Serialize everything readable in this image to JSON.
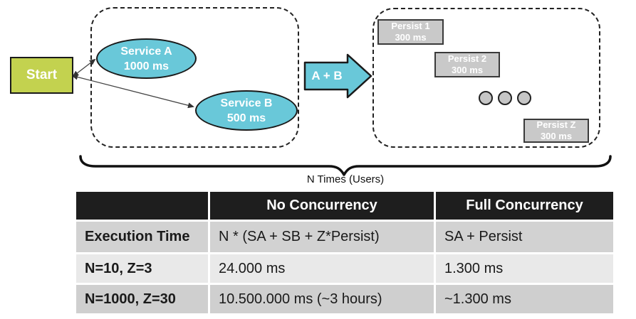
{
  "diagram": {
    "start_label": "Start",
    "service_a": {
      "name": "Service A",
      "time": "1000 ms"
    },
    "service_b": {
      "name": "Service B",
      "time": "500 ms"
    },
    "flow_arrow_label": "A + B",
    "persist_1": {
      "name": "Persist 1",
      "time": "300 ms"
    },
    "persist_2": {
      "name": "Persist 2",
      "time": "300 ms"
    },
    "persist_z": {
      "name": "Persist Z",
      "time": "300 ms"
    },
    "brace_label": "N Times (Users)",
    "colors": {
      "service_cyan": "#69c8d9",
      "start_green": "#c3d24f",
      "persist_gray": "#c9c9c9",
      "outline_black": "#1a1a1a"
    }
  },
  "table": {
    "headers": [
      "",
      "No Concurrency",
      "Full Concurrency"
    ],
    "rows": [
      {
        "label": "Execution Time",
        "no_concurrency": "N * (SA + SB + Z*Persist)",
        "full_concurrency": "SA + Persist"
      },
      {
        "label": "N=10, Z=3",
        "no_concurrency": "24.000 ms",
        "full_concurrency": "1.300 ms"
      },
      {
        "label": "N=1000, Z=30",
        "no_concurrency": "10.500.000 ms (~3 hours)",
        "full_concurrency": "~1.300 ms"
      }
    ],
    "colors": {
      "header_bg": "#1e1e1e",
      "row_dark": "#d2d2d2",
      "row_light": "#e9e9e9"
    }
  }
}
